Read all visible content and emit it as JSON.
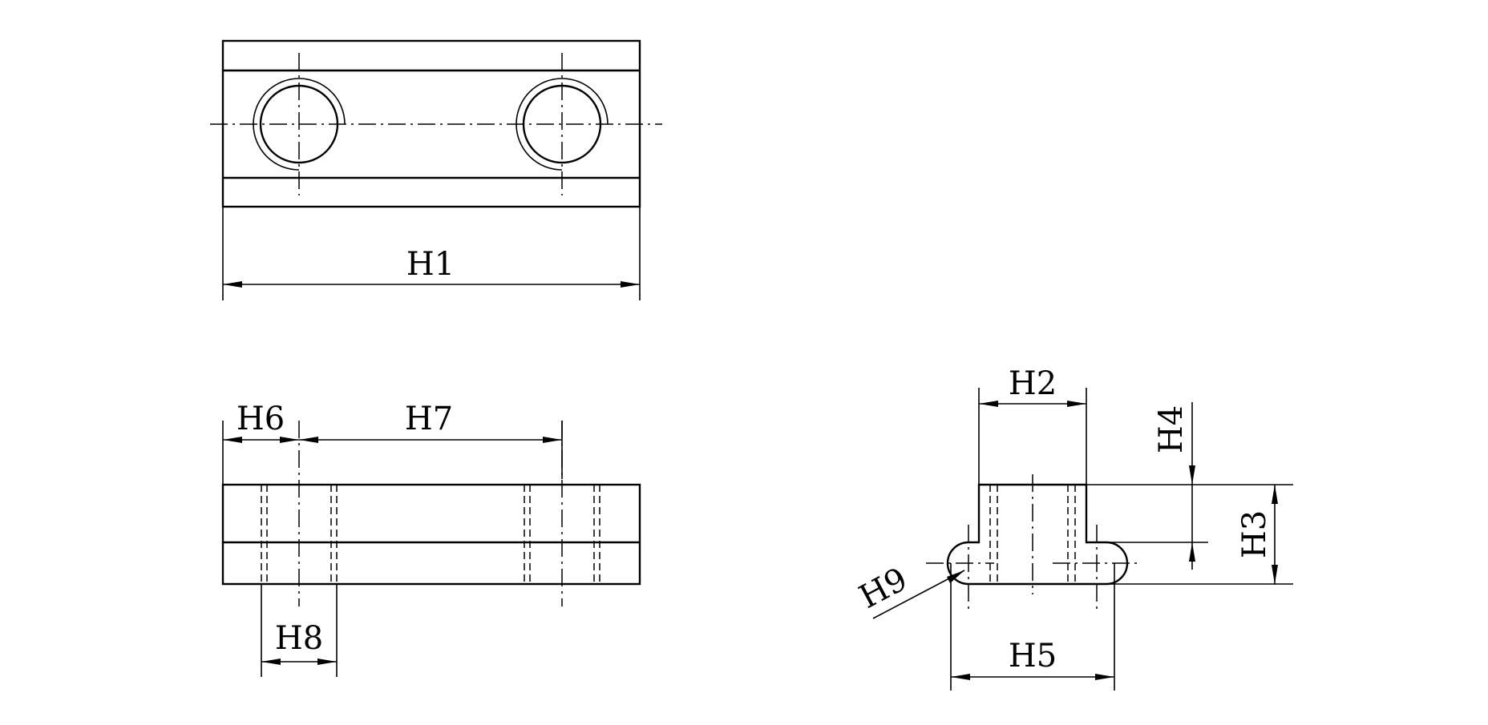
{
  "labels": {
    "h1": "H1",
    "h2": "H2",
    "h3": "H3",
    "h4": "H4",
    "h5": "H5",
    "h6": "H6",
    "h7": "H7",
    "h8": "H8",
    "h9": "H9"
  },
  "colors": {
    "line": "#000000",
    "background": "#ffffff"
  }
}
